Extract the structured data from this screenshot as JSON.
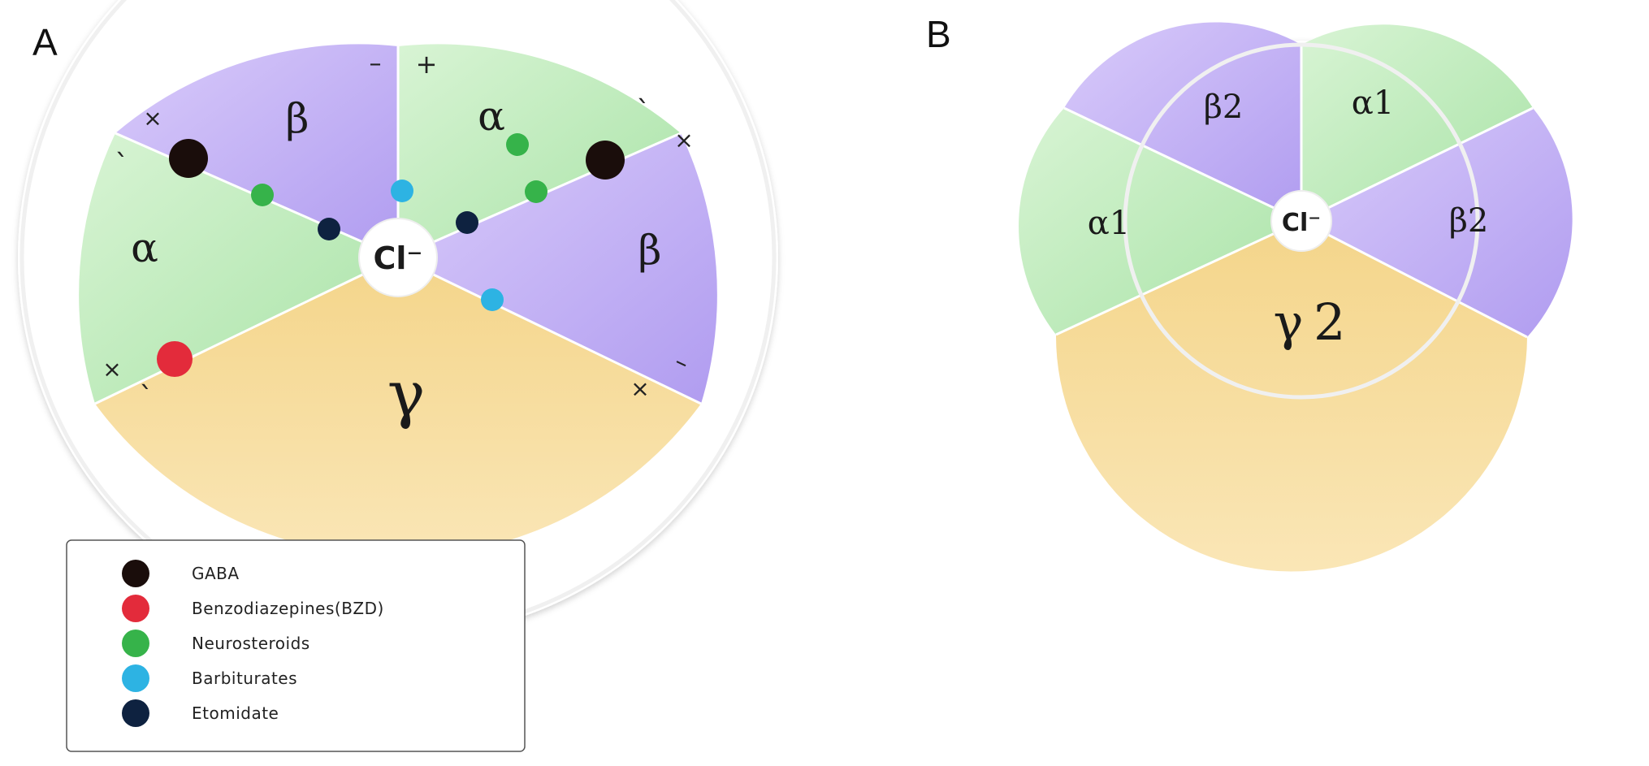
{
  "panel_a": {
    "letter": "A",
    "center_label": "Cl⁻",
    "subunits": [
      {
        "id": "alpha-top",
        "label": "α"
      },
      {
        "id": "beta-right",
        "label": "β"
      },
      {
        "id": "gamma-bottom",
        "label": "γ"
      },
      {
        "id": "alpha-left",
        "label": "α"
      },
      {
        "id": "beta-top-left",
        "label": "β"
      }
    ],
    "interface_signs": [
      "–",
      "+",
      "ˋ",
      "×",
      "–",
      "×",
      "×",
      "ˋ",
      "ˎ",
      "×"
    ]
  },
  "panel_b": {
    "letter": "B",
    "center_label": "Cl⁻",
    "subunits": [
      {
        "id": "alpha1-top",
        "label": "α1"
      },
      {
        "id": "beta2-right",
        "label": "β2"
      },
      {
        "id": "gamma2-bottom",
        "label": "γ 2"
      },
      {
        "id": "alpha1-left",
        "label": "α1"
      },
      {
        "id": "beta2-top-left",
        "label": "β2"
      }
    ]
  },
  "legend": {
    "items": [
      {
        "label": "GABA",
        "color": "#1a0d0b"
      },
      {
        "label": "Benzodiazepines(BZD)",
        "color": "#e32b3b"
      },
      {
        "label": "Neurosteroids",
        "color": "#36b34a"
      },
      {
        "label": "Barbiturates",
        "color": "#2db3e3"
      },
      {
        "label": "Etomidate",
        "color": "#0e2240"
      }
    ]
  },
  "colors": {
    "alpha": "#c7efc4",
    "beta": "#cbb8f5",
    "gamma": "#f6dd96",
    "border": "#ececec"
  }
}
